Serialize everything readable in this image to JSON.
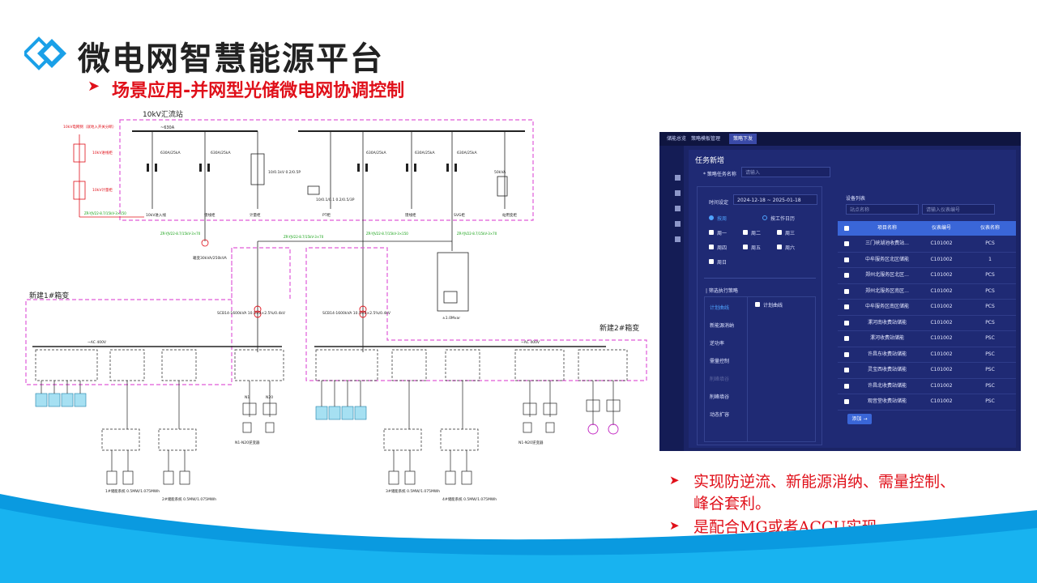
{
  "slide": {
    "title": "微电网智慧能源平台",
    "subtitle": "场景应用-并网型光储微电网协调控制",
    "bullets": [
      "实现防逆流、新能源消纳、需量控制、",
      "峰谷套利。",
      "是配合MG或者ACCU实现。"
    ]
  },
  "diagram": {
    "station_label": "10kV汇流站",
    "bus_label": "~630A",
    "legend_top": "10kV电网侧（就地入开关分断）",
    "legend_items": [
      "10kV进线柜",
      "10kV计量柜"
    ],
    "cable_main": "ZR-YJV22-8.7/15kV-3×150",
    "cable_a": "ZR-YJV22-8.7/15kV-3×70",
    "cable_b": "ZR-YJV22-8.7/15kV-3×70",
    "cabinet_ratings": [
      "630A/25kA",
      "630A/25kA",
      "630A/25kA",
      "630A/25kA",
      "630A/25kA"
    ],
    "cabinet_names": [
      "10kV进入线",
      "馈线柜",
      "计量柜",
      "PT柜",
      "馈线柜",
      "SVG柜",
      "站用变柜"
    ],
    "pt_note": "10/0.1kV 0.2/0.5P",
    "pt_text": "10/0.1/0.1 0.2/0.5/3P",
    "transformer_box": "50kVA",
    "substation_1": "新建1#箱变",
    "substation_2": "新建2#箱变",
    "tx_1": "SCB14-1600kVA 10.5±2×2.5%/0.4kV",
    "tx_2": "SCB14-1600kVA 10.5±2×2.5%/0.4kV",
    "ac_label": "~AC 400V",
    "svg_rating": "±1.0Mvar",
    "aux_label": "箱变30kVA/250kVA",
    "storage_labels": [
      "1#储能系统 0.5MW/1.075MWh",
      "2#储能系统 0.5MW/1.075MWh",
      "3#储能系统 0.5MW/1.075MWh",
      "4#储能系统 0.5MW/1.075MWh"
    ],
    "branch_labels": [
      "N1",
      "N20",
      "N1-N20逆变器",
      "N1-N20逆变器"
    ]
  },
  "ui": {
    "tabs": [
      "储能总览",
      "策略模板管理",
      "策略下发"
    ],
    "panel_title": "任务新增",
    "task_name_label": "* 策略任务名称",
    "task_name_placeholder": "请输入",
    "time_label": "时间设定",
    "date_range": "2024-12-18  ~  2025-01-18",
    "mode_weekly": "按周",
    "mode_workday": "按工作日历",
    "weekdays": [
      "周一",
      "周二",
      "周三",
      "周四",
      "周五",
      "周六",
      "周日"
    ],
    "strategy_title": "| 筛选执行策略",
    "strategies": [
      "计划曲线",
      "新能源消纳",
      "逆功率",
      "需量控制",
      "削峰填谷",
      "削峰填谷",
      "动态扩容"
    ],
    "plan_curve_check": "计划曲线",
    "device_list_title": "设备列表",
    "site_placeholder": "站点名称",
    "meter_placeholder": "请输入仪表编号",
    "table_headers": [
      "项目名称",
      "仪表编号",
      "仪表名称"
    ],
    "table_rows": [
      [
        "三门峡湖池收费站...",
        "C101002",
        "PCS"
      ],
      [
        "中牟服务区北区储能",
        "C101002",
        "1"
      ],
      [
        "郑州北服务区北区...",
        "C101002",
        "PCS"
      ],
      [
        "郑州北服务区南区...",
        "C101002",
        "PCS"
      ],
      [
        "中牟服务区南区储能",
        "C101002",
        "PCS"
      ],
      [
        "漯河南收费站储能",
        "C101002",
        "PCS"
      ],
      [
        "漯河收费站储能",
        "C101002",
        "PSC"
      ],
      [
        "许昌东收费站储能",
        "C101002",
        "PSC"
      ],
      [
        "灵宝西收费站储能",
        "C101002",
        "PSC"
      ],
      [
        "许昌北收费站储能",
        "C101002",
        "PSC"
      ],
      [
        "观音堂收费站储能",
        "C101002",
        "PSC"
      ]
    ],
    "add_button": "添加 →"
  },
  "colors": {
    "accent_red": "#e0101a",
    "accent_blue": "#1aa0e8",
    "ui_bg": "#1b2466",
    "ui_header": "#3a66d8",
    "diagram_dash": "#e05ad8"
  }
}
